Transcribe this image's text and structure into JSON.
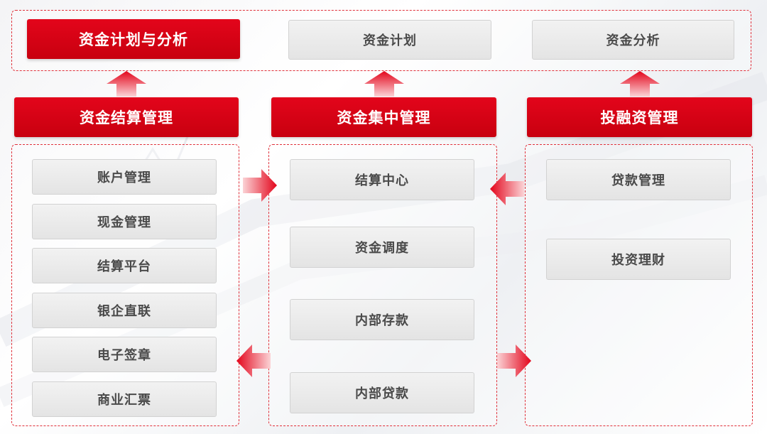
{
  "top": {
    "primary": "资金计划与分析",
    "items": [
      "资金计划",
      "资金分析"
    ]
  },
  "columns": [
    {
      "title": "资金结算管理",
      "items": [
        "账户管理",
        "现金管理",
        "结算平台",
        "银企直联",
        "电子签章",
        "商业汇票"
      ]
    },
    {
      "title": "资金集中管理",
      "items": [
        "结算中心",
        "资金调度",
        "内部存款",
        "内部贷款"
      ]
    },
    {
      "title": "投融资管理",
      "items": [
        "贷款管理",
        "投资理财"
      ]
    }
  ],
  "colors": {
    "accent": "#e3051b",
    "frame": "#e0303a",
    "box": "#e8e8e8",
    "box_text": "#4a4a4a"
  },
  "icons": [
    "arrow-up-icon",
    "arrow-right-icon",
    "arrow-left-icon"
  ]
}
